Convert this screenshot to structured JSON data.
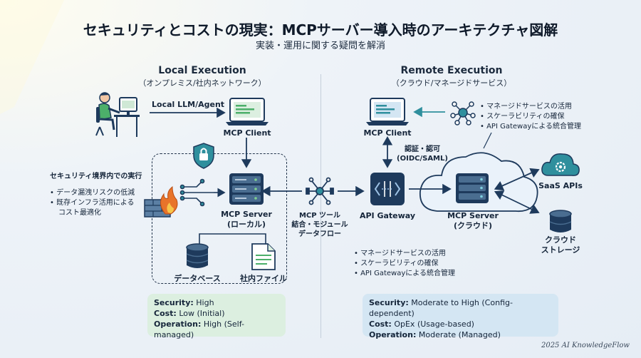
{
  "header": {
    "title": "セキュリティとコストの現実：MCPサーバー導入時のアーキテクチャ図解",
    "subtitle": "実装・運用に関する疑問を解消"
  },
  "local": {
    "title": "Local Execution",
    "subtitle": "（オンプレミス/社内ネットワーク）",
    "arrow_label": "Local LLM/Agent",
    "client_label": "MCP Client",
    "boundary_title": "セキュリティ境界内での実行",
    "boundary_points": [
      "データ漏洩リスクの低減",
      "既存インフラ活用による",
      "コスト最適化"
    ],
    "server_label_1": "MCP Server",
    "server_label_2": "(ローカル)",
    "db_label": "データベース",
    "file_label": "社内ファイル",
    "summary": {
      "security_key": "Security:",
      "security_val": "High",
      "cost_key": "Cost:",
      "cost_val": "Low (Initial)",
      "operation_key": "Operation:",
      "operation_val": "High (Self-managed)"
    }
  },
  "center": {
    "label_1": "MCP ツール",
    "label_2": "結合・モジュール",
    "label_3": "データフロー"
  },
  "remote": {
    "title": "Remote Execution",
    "subtitle": "（クラウド/マネージドサービス）",
    "client_label": "MCP Client",
    "top_points": [
      "マネージドサービスの活用",
      "スケーラビリティの確保",
      "API Gatewayによる統合管理"
    ],
    "auth_label_1": "認証・認可",
    "auth_label_2": "(OIDC/SAML)",
    "gateway_label": "API Gateway",
    "server_label_1": "MCP Server",
    "server_label_2": "(クラウド)",
    "saas_label": "SaaS APIs",
    "storage_label_1": "クラウド",
    "storage_label_2": "ストレージ",
    "bottom_points": [
      "マネージドサービスの活用",
      "スケーラビリティの確保",
      "API Gatewayによる統合管理"
    ],
    "summary": {
      "security_key": "Security:",
      "security_val": "Moderate to High (Config-dependent)",
      "cost_key": "Cost:",
      "cost_val": "OpEx (Usage-based)",
      "operation_key": "Operation:",
      "operation_val": "Moderate (Managed)"
    }
  },
  "footer": "2025 AI KnowledgeFlow",
  "colors": {
    "navy": "#1e3a5c",
    "teal": "#2f8f9d",
    "green": "#4caf6a",
    "cloud": "#eaf2fa",
    "fire": "#e8742a"
  }
}
